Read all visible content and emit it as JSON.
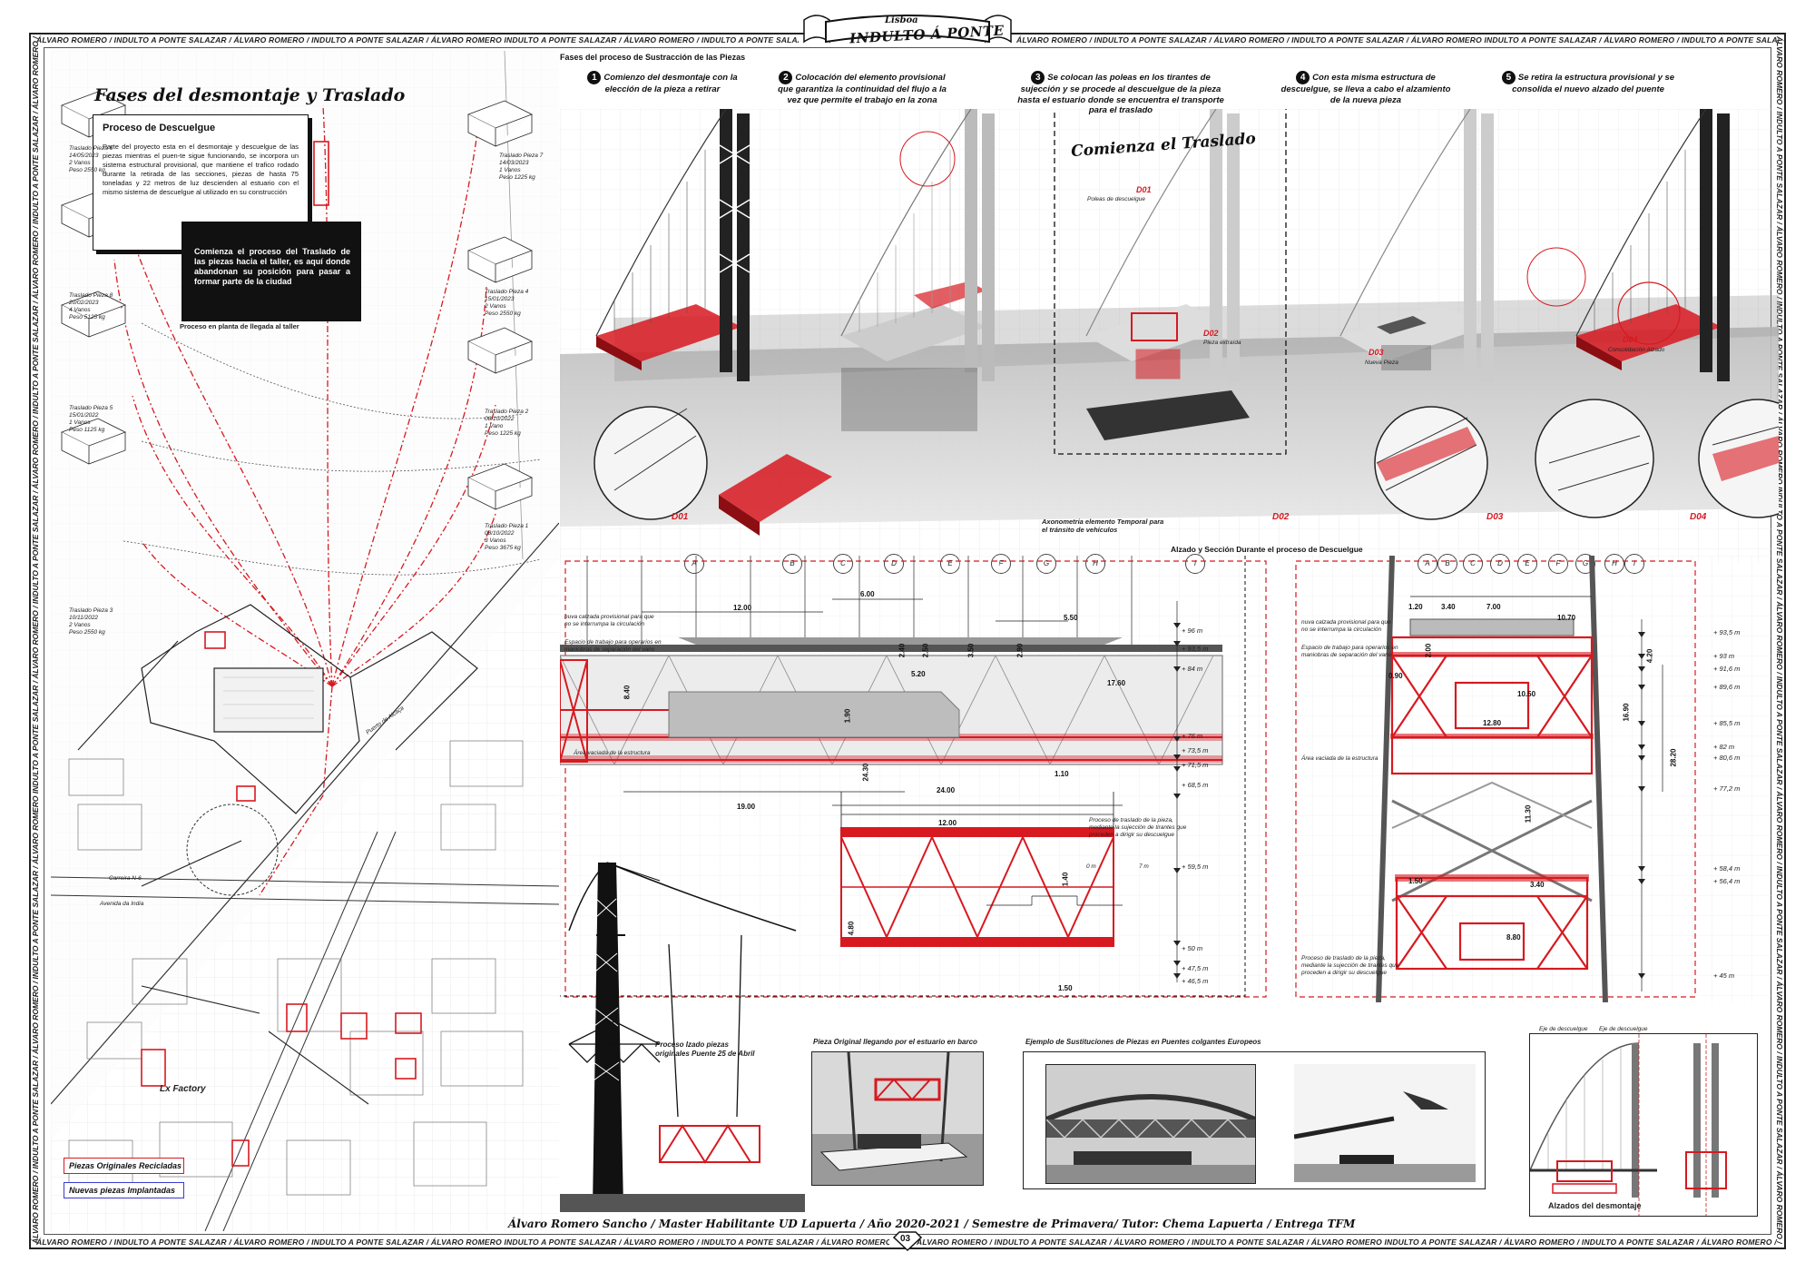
{
  "header": {
    "city": "Lisboa",
    "title": "INDULTO Á PONTE",
    "strip_text": "ÁLVARO ROMERO / INDULTO A PONTE SALAZAR / ÁLVARO ROMERO / INDULTO A PONTE SALAZAR / ÁLVARO ROMERO INDULTO A PONTE SALAZAR / ÁLVARO ROMERO / INDULTO A PONTE SALAZAR / ÁLVARO ROMERO / INDULTO A PONTE SALAZAR / ÁLVARO ROMERO / INDULTO A PONTE SALAZAR / ÁLVARO ROMERO / INDULTO A PONTE SALAZAR / ÁLVARO ROMERO / INDULTO A PONTE SALAZAR / ÁLVARO ROMERO / INDULTO A PONTE SALAZAR / ÁLVARO ROMERO / INDULTO A PONTE SALAZAR / ÁLVARO ROMERO"
  },
  "footer": {
    "page_number": "03",
    "credits": "Álvaro Romero Sancho / Master Habilitante UD Lapuerta / Año 2020-2021 / Semestre de Primavera/ Tutor: Chema Lapuerta / Entrega TFM"
  },
  "left_panel": {
    "title": "Fases del desmontaje y Traslado",
    "box_title": "Proceso de Descuelgue",
    "box_text": "Parte del proyecto esta en el desmontaje y descuelgue de las piezas mientras el puen-te sigue funcionando, se incorpora un sistema estructural provisional, que mantiene el trafico rodado durante la retirada de las secciones, piezas de hasta 75 toneladas y 22 metros de luz descienden al estuario con el mismo sistema de descuelgue al utilizado en su construcción",
    "black_box_text": "Comienza el proceso del Traslado de las piezas hacia el taller, es aquí donde abandonan su posición para pasar a formar parte de la ciudad",
    "plan_caption": "Proceso en planta de llegada al taller",
    "pieces": [
      {
        "name": "Traslado Pieza 6",
        "date": "14/05/2023",
        "spans": "2 Vanos",
        "weight": "Peso 2550 kg"
      },
      {
        "name": "Traslado Pieza 8",
        "date": "20/02/2023",
        "spans": "4 Vanos",
        "weight": "Peso 5125 kg"
      },
      {
        "name": "Traslado Pieza 5",
        "date": "15/01/2022",
        "spans": "1 Vanos",
        "weight": "Peso 1125 kg"
      },
      {
        "name": "Traslado Pieza 3",
        "date": "10/11/2022",
        "spans": "2 Vanos",
        "weight": "Peso 2550 kg"
      },
      {
        "name": "Traslado Pieza 7",
        "date": "14/03/2023",
        "spans": "1 Vanos",
        "weight": "Peso 1225 kg"
      },
      {
        "name": "Traslado Pieza 4",
        "date": "15/01/2023",
        "spans": "2 Vanos",
        "weight": "Peso 2550 kg"
      },
      {
        "name": "Traslado Pieza 2",
        "date": "08/10/2022",
        "spans": "1 Vano",
        "weight": "Peso 1225 kg"
      },
      {
        "name": "Traslado Pieza 1",
        "date": "08/10/2022",
        "spans": "3 Vanos",
        "weight": "Peso 3675 kg"
      }
    ],
    "map_labels": {
      "puerto": "Puerto de Alcaça",
      "lx_factory": "Lx Factory",
      "carretera": "Carreira N-6",
      "avenida": "Avenida da India"
    },
    "legend": {
      "recycled": "Piezas Originales Recicladas",
      "new": "Nuevas piezas Implantadas"
    }
  },
  "phases": {
    "heading": "Fases del proceso de Sustracción de las Piezas",
    "steps": [
      {
        "n": "1",
        "text": "Comienzo del desmontaje con la elección de la pieza a retirar"
      },
      {
        "n": "2",
        "text": "Colocación del elemento provisional que garantiza la continuidad del flujo a la vez que permite el trabajo en la zona"
      },
      {
        "n": "3",
        "text": "Se colocan las poleas en los tirantes de sujección y se procede al descuelgue de la pieza hasta el estuario donde se encuentra el transporte para el traslado"
      },
      {
        "n": "4",
        "text": "Con esta misma estructura de descuelgue, se lleva a cabo el alzamiento de la nueva pieza"
      },
      {
        "n": "5",
        "text": "Se retira la estructura provisional y se consolida el nuevo alzado del puente"
      }
    ],
    "traslado_title": "Comienza el Traslado",
    "labels": {
      "d01": "D01",
      "d01_sub": "Poleas de descuelgue",
      "d02": "D02",
      "d02_sub": "Pieza extraída",
      "d03": "D03",
      "d03_sub": "Nueva Pieza",
      "d04": "D04",
      "d04_sub": "Consolidación Alzado",
      "axo": "Axonometria elemento Temporal para el tránsito de vehículos"
    }
  },
  "section": {
    "title": "Alzado y Sección Durante el proceso de Descuelgue",
    "axes_left": [
      "A",
      "B",
      "C",
      "D",
      "E",
      "F",
      "G",
      "H",
      "I"
    ],
    "axes_right": [
      "A",
      "B",
      "C",
      "D",
      "E",
      "F",
      "G",
      "H",
      "I"
    ],
    "notes_left": {
      "n1": "nuva calzada provisional para que no se interrumpa la circulación",
      "n2": "Espacio de trabajo para operarios en maniobras de separación del vano",
      "n3": "Área vaciada de la estructura",
      "n4": "Proceso de traslado de la pieza, mediante la sujección de tirantes que proceden a dirigir su descuelgue"
    },
    "levels_left": [
      "+ 96 m",
      "+ 93,5 m",
      "+ 84 m",
      "+ 76 m",
      "+ 73,5 m",
      "+ 71,5 m",
      "+ 68,5 m",
      "+ 59,5 m",
      "+ 50 m",
      "+ 47,5 m",
      "+ 46,5 m"
    ],
    "dims_left": [
      "12.00",
      "6.00",
      "5.50",
      "5.20",
      "17.60",
      "8.40",
      "1.90",
      "24.30",
      "19.00",
      "24.00",
      "12.00",
      "1.10",
      "1.40",
      "4.80",
      "1.50",
      "2.40",
      "2.50",
      "3.50",
      "2.90"
    ],
    "scale": {
      "zero": "0 m",
      "seven": "7 m"
    },
    "levels_right": [
      "+ 93,5 m",
      "+ 93 m",
      "+ 91,6 m",
      "+ 89,6 m",
      "+ 85,5 m",
      "+ 82 m",
      "+ 80,6 m",
      "+ 77,2 m",
      "+ 58,4 m",
      "+ 56,4 m",
      "+ 45 m"
    ],
    "dims_right": [
      "1.20",
      "3.40",
      "7.00",
      "10.70",
      "0.90",
      "10.50",
      "12.80",
      "16.90",
      "4.20",
      "28.20",
      "11.30",
      "1.50",
      "3.40",
      "8.80",
      "2.00"
    ]
  },
  "bottom": {
    "tower_caption": "Proceso Izado piezas originales Puente 25 de Abril",
    "photo1_caption": "Pieza Original llegando por el estuario en barco",
    "photo2_caption": "Ejemplo de Sustituciones de Piezas en Puentes colgantes Europeos",
    "elev_caption": "Alzados del desmontaje",
    "axis_label": "Eje de descuelgue"
  },
  "colors": {
    "red": "#d71920",
    "black": "#111111",
    "blue": "#3a3ad0"
  }
}
